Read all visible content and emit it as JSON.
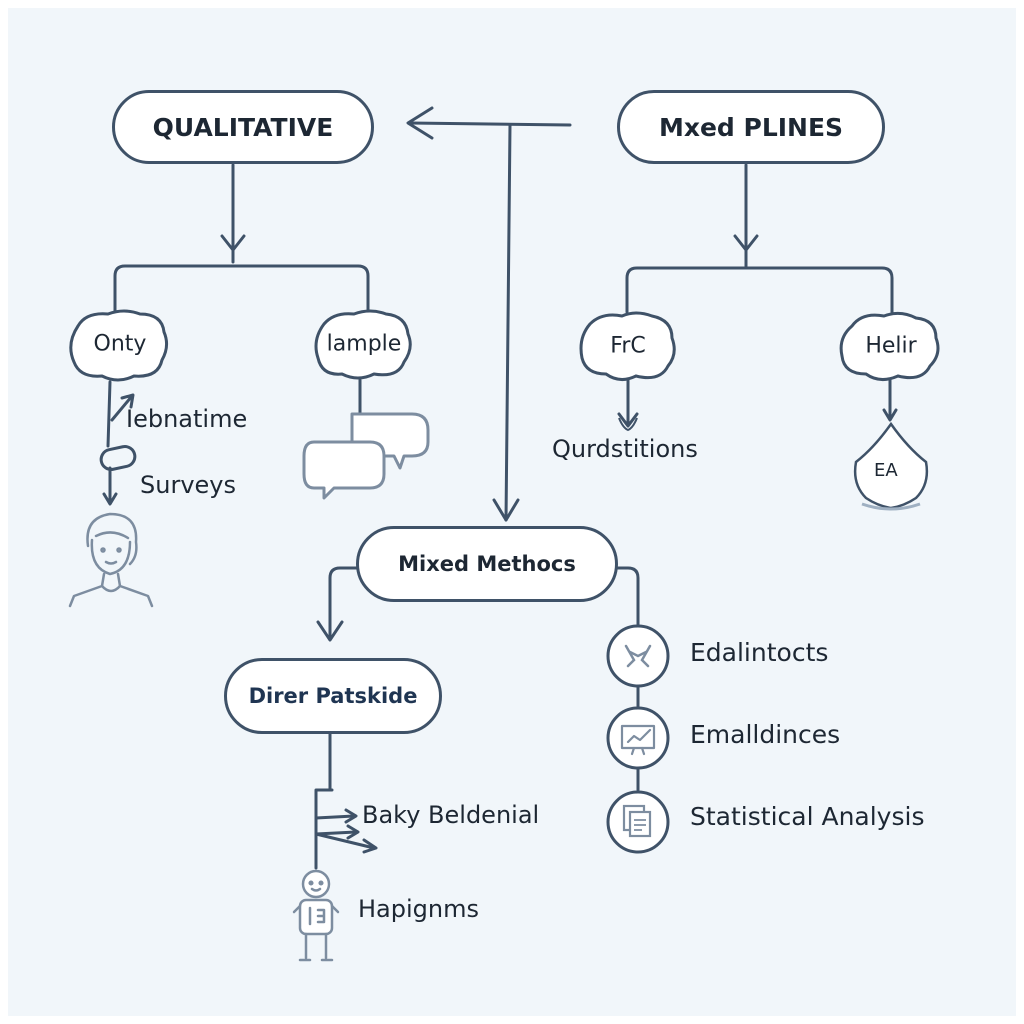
{
  "colors": {
    "line": "#3f5268",
    "icon": "#7d8da0",
    "text": "#1d2733",
    "background": "#f1f6fa"
  },
  "nodes": {
    "qualitative": "QUALITATIVE",
    "mixed_plines": "Mxed PLINES",
    "mixed_methods": "Mixed Methocs",
    "direr_patskide": "Direr Patskide"
  },
  "left_branch": {
    "left_blob": "Onty",
    "right_blob": "lample",
    "labels": [
      "Iebnatime",
      "Surveys"
    ],
    "icons": [
      "person-portrait-icon",
      "speech-bubbles-icon"
    ]
  },
  "right_branch": {
    "left_blob": "FrC",
    "right_blob": "Helir",
    "label": "Qurdstitions",
    "shield_text": "EA",
    "icons": [
      "shield-icon"
    ]
  },
  "methods_list": [
    {
      "label": "Edalintocts",
      "icon": "tools-icon"
    },
    {
      "label": "Emalldinces",
      "icon": "chart-board-icon"
    },
    {
      "label": "Statistical Analysis",
      "icon": "documents-icon"
    }
  ],
  "bottom_branch": {
    "labels": [
      "Baky Beldenial",
      "Hapignms"
    ],
    "icons": [
      "student-figure-icon"
    ]
  }
}
